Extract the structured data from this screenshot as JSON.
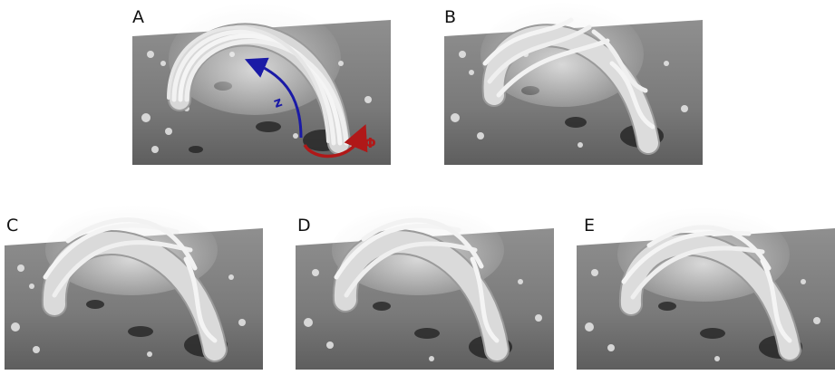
{
  "panels": [
    {
      "id": "A",
      "label": "A"
    },
    {
      "id": "B",
      "label": "B"
    },
    {
      "id": "C",
      "label": "C"
    },
    {
      "id": "D",
      "label": "D"
    },
    {
      "id": "E",
      "label": "E"
    }
  ],
  "annotations": {
    "axial_label": "z",
    "azimuthal_label": "Φ",
    "axial_color": "#1a1aa6",
    "azimuthal_color": "#b01818"
  }
}
